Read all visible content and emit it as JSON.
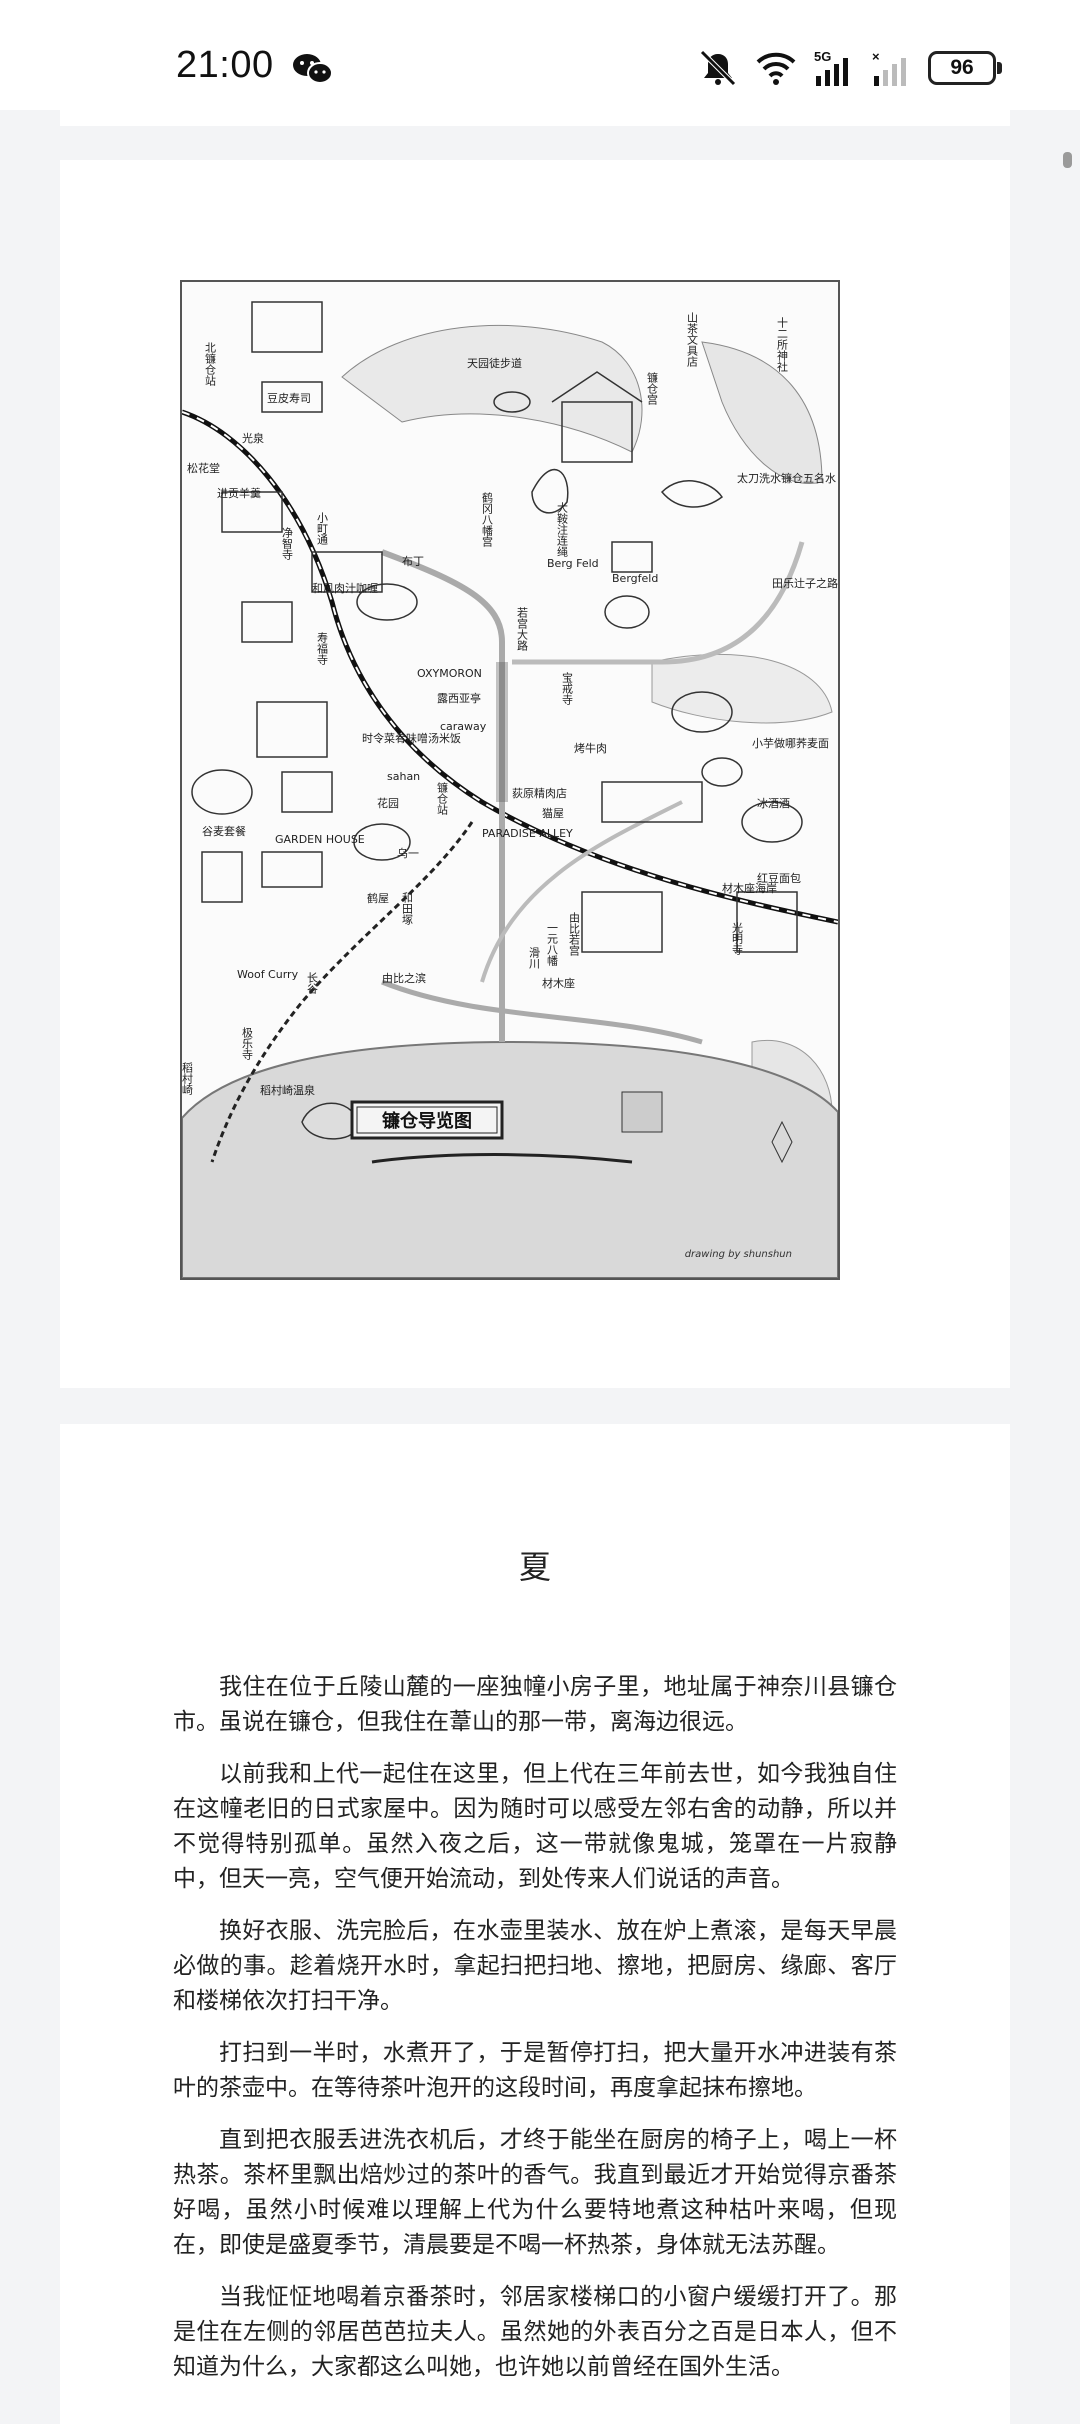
{
  "status_bar": {
    "time": "21:00",
    "network": "5G",
    "battery": "96"
  },
  "map": {
    "title": "镰仓导览图",
    "signature": "drawing by shunshun",
    "places": [
      "山茶文具店",
      "十二所神社",
      "北镰仓站",
      "豆皮寿司",
      "镰仓宫",
      "光泉",
      "松花堂",
      "进贡羊羹",
      "净智寺",
      "鹤冈八幡宫",
      "大鞍注连绳",
      "太刀洗水镰仓五名水",
      "田乐辻子之路",
      "和风肉汁咖喱",
      "布丁",
      "Berg Feld",
      "Bergfeld",
      "寿福寺",
      "OXYMORON",
      "露西亚亭",
      "caraway",
      "宝戒寺",
      "时令菜肴味噌汤米饭",
      "sahan",
      "烤牛肉",
      "小芋做哪荞麦面",
      "花园",
      "镰仓站",
      "荻原精肉店",
      "猫屋",
      "冰酒酒",
      "谷麦套餐",
      "GARDEN HOUSE",
      "PARADISE ALLEY",
      "乌一",
      "红豆面包",
      "鹤屋",
      "和田塚",
      "一元八幡",
      "由比若宫",
      "材木座海岸",
      "光明寺",
      "Woof Curry",
      "长谷",
      "由比之滨",
      "材木座",
      "滑川",
      "极乐寺",
      "稻村崎温泉",
      "稻村崎",
      "天园徒步道",
      "若宫大路",
      "小町通"
    ]
  },
  "chapter": {
    "title": "夏",
    "paragraphs": [
      "我住在位于丘陵山麓的一座独幢小房子里，地址属于神奈川县镰仓市。虽说在镰仓，但我住在葦山的那一带，离海边很远。",
      "以前我和上代一起住在这里，但上代在三年前去世，如今我独自住在这幢老旧的日式家屋中。因为随时可以感受左邻右舍的动静，所以并不觉得特别孤单。虽然入夜之后，这一带就像鬼城，笼罩在一片寂静中，但天一亮，空气便开始流动，到处传来人们说话的声音。",
      "换好衣服、洗完脸后，在水壶里装水、放在炉上煮滚，是每天早晨必做的事。趁着烧开水时，拿起扫把扫地、擦地，把厨房、缘廊、客厅和楼梯依次打扫干净。",
      "打扫到一半时，水煮开了，于是暂停打扫，把大量开水冲进装有茶叶的茶壶中。在等待茶叶泡开的这段时间，再度拿起抹布擦地。",
      "直到把衣服丢进洗衣机后，才终于能坐在厨房的椅子上，喝上一杯热茶。茶杯里飘出焙炒过的茶叶的香气。我直到最近才开始觉得京番茶好喝，虽然小时候难以理解上代为什么要特地煮这种枯叶来喝，但现在，即使是盛夏季节，清晨要是不喝一杯热茶，身体就无法苏醒。",
      "当我怔怔地喝着京番茶时，邻居家楼梯口的小窗户缓缓打开了。那是住在左侧的邻居芭芭拉夫人。虽然她的外表百分之百是日本人，但不知道为什么，大家都这么叫她，也许她以前曾经在国外生活。"
    ]
  }
}
